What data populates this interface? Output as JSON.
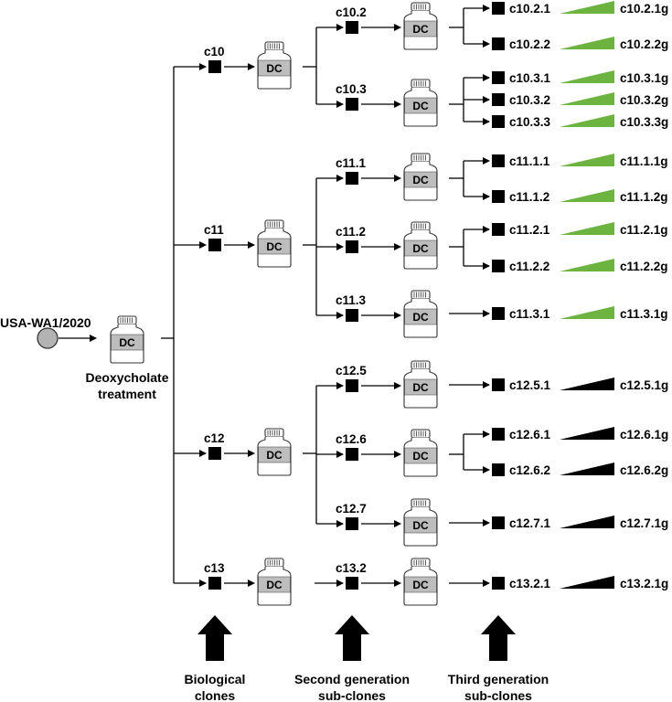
{
  "source": {
    "label": "USA-WA1/2020",
    "fill": "#b3b3b3"
  },
  "treatment": {
    "bottle_label": "DC",
    "caption_line1": "Deoxycholate",
    "caption_line2": "treatment"
  },
  "clones": [
    {
      "label": "c10",
      "bottle": "DC",
      "children": [
        {
          "label": "c10.2",
          "bottle": "DC",
          "children": [
            {
              "label": "c10.2.1",
              "g": "c10.2.1g",
              "color": "green"
            },
            {
              "label": "c10.2.2",
              "g": "c10.2.2g",
              "color": "green"
            }
          ]
        },
        {
          "label": "c10.3",
          "bottle": "DC",
          "children": [
            {
              "label": "c10.3.1",
              "g": "c10.3.1g",
              "color": "green"
            },
            {
              "label": "c10.3.2",
              "g": "c10.3.2g",
              "color": "green"
            },
            {
              "label": "c10.3.3",
              "g": "c10.3.3g",
              "color": "green"
            }
          ]
        }
      ]
    },
    {
      "label": "c11",
      "bottle": "DC",
      "children": [
        {
          "label": "c11.1",
          "bottle": "DC",
          "children": [
            {
              "label": "c11.1.1",
              "g": "c11.1.1g",
              "color": "green"
            },
            {
              "label": "c11.1.2",
              "g": "c11.1.2g",
              "color": "green"
            }
          ]
        },
        {
          "label": "c11.2",
          "bottle": "DC",
          "children": [
            {
              "label": "c11.2.1",
              "g": "c11.2.1g",
              "color": "green"
            },
            {
              "label": "c11.2.2",
              "g": "c11.2.2g",
              "color": "green"
            }
          ]
        },
        {
          "label": "c11.3",
          "bottle": "DC",
          "children": [
            {
              "label": "c11.3.1",
              "g": "c11.3.1g",
              "color": "green"
            }
          ]
        }
      ]
    },
    {
      "label": "c12",
      "bottle": "DC",
      "children": [
        {
          "label": "c12.5",
          "bottle": "DC",
          "children": [
            {
              "label": "c12.5.1",
              "g": "c12.5.1g",
              "color": "black"
            }
          ]
        },
        {
          "label": "c12.6",
          "bottle": "DC",
          "children": [
            {
              "label": "c12.6.1",
              "g": "c12.6.1g",
              "color": "black"
            },
            {
              "label": "c12.6.2",
              "g": "c12.6.2g",
              "color": "black"
            }
          ]
        },
        {
          "label": "c12.7",
          "bottle": "DC",
          "children": [
            {
              "label": "c12.7.1",
              "g": "c12.7.1g",
              "color": "black"
            }
          ]
        }
      ]
    },
    {
      "label": "c13",
      "bottle": "DC",
      "children": [
        {
          "label": "c13.2",
          "bottle": "DC",
          "children": [
            {
              "label": "c13.2.1",
              "g": "c13.2.1g",
              "color": "black"
            }
          ]
        }
      ]
    }
  ],
  "bottom_labels": [
    {
      "line1": "Biological",
      "line2": "clones"
    },
    {
      "line1": "Second generation",
      "line2": "sub-clones"
    },
    {
      "line1": "Third generation",
      "line2": "sub-clones"
    }
  ],
  "colors": {
    "green": "#6db33f",
    "black": "#000000",
    "bottle_band": "#bdbdbd",
    "bottle_outline": "#333333"
  }
}
